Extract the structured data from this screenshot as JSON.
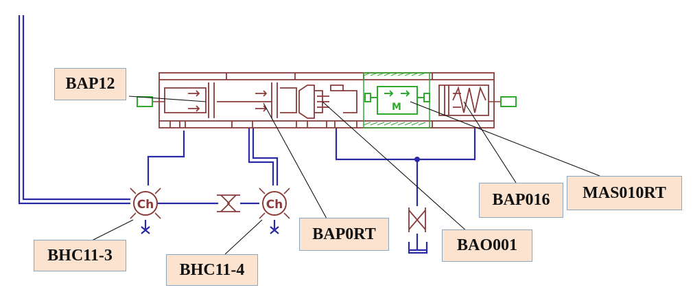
{
  "labels": {
    "bap12": "BAP12",
    "bhc11_3": "BHC11-3",
    "bhc11_4": "BHC11-4",
    "bap0rt": "BAP0RT",
    "bao001": "BAO001",
    "bap016": "BAP016",
    "mas010rt": "MAS010RT"
  },
  "glyphs": {
    "pump_symbol": "Ch",
    "motor_symbol": "M"
  },
  "colors": {
    "component_outline": "#8b3a3a",
    "pipe_blue": "#2a2aa8",
    "active_green": "#2faa2f",
    "label_fill": "#fbe3cf",
    "label_border": "#8aa6c1",
    "leader_line": "#111111"
  }
}
